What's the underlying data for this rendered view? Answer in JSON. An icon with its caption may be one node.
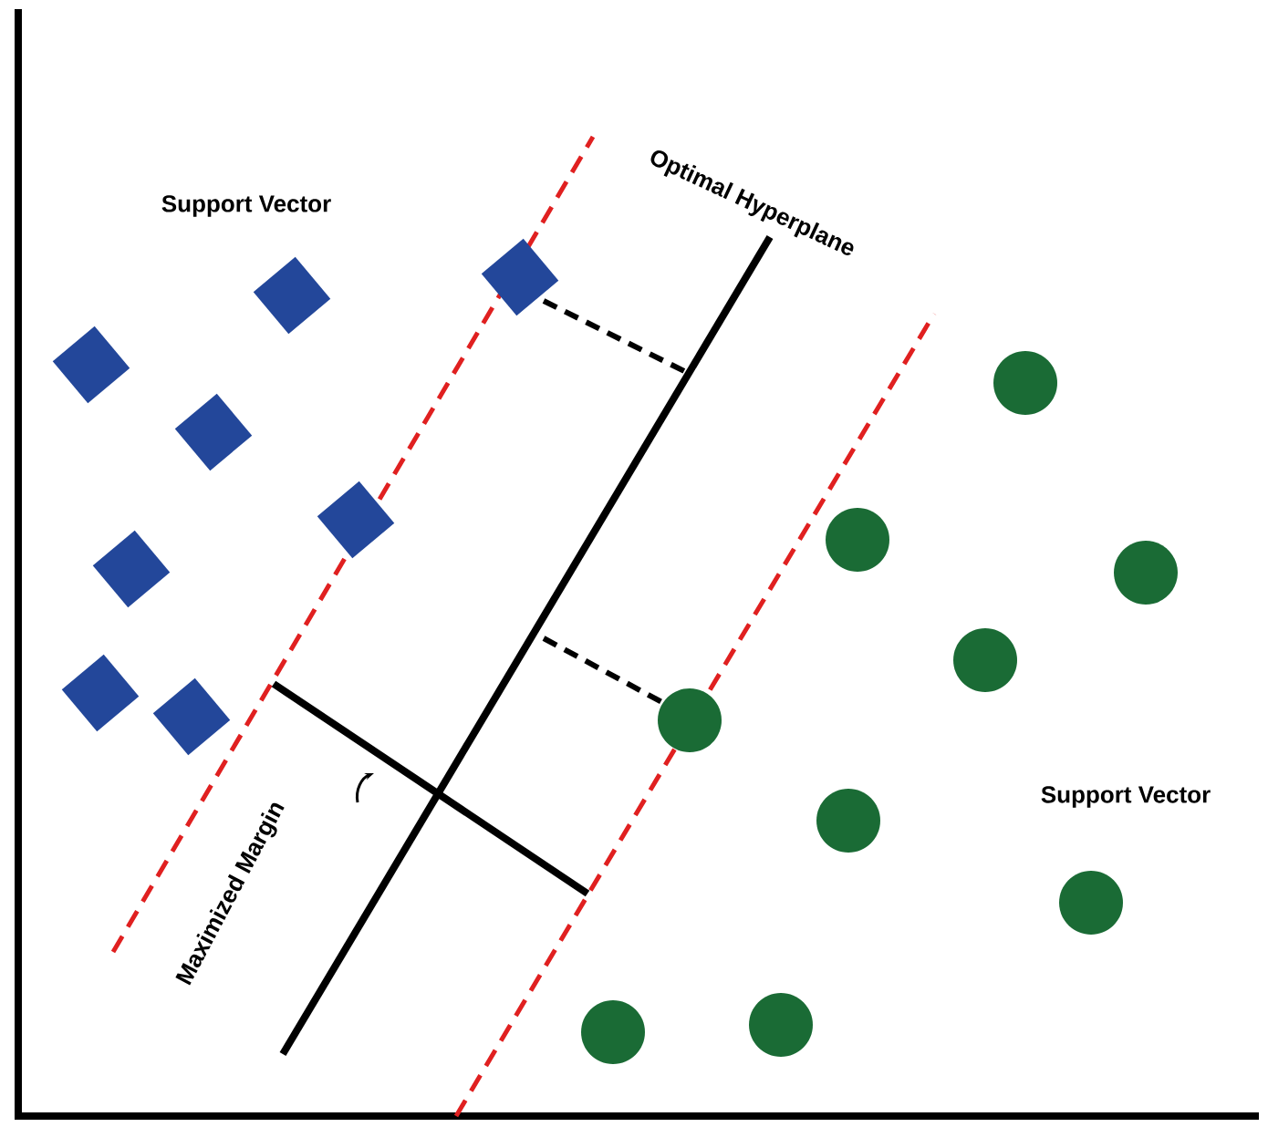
{
  "diagram": {
    "labels": [
      "Support Vector",
      "Optimal Hyperplane",
      "Support Vector",
      "Maximized Margin"
    ]
  }
}
